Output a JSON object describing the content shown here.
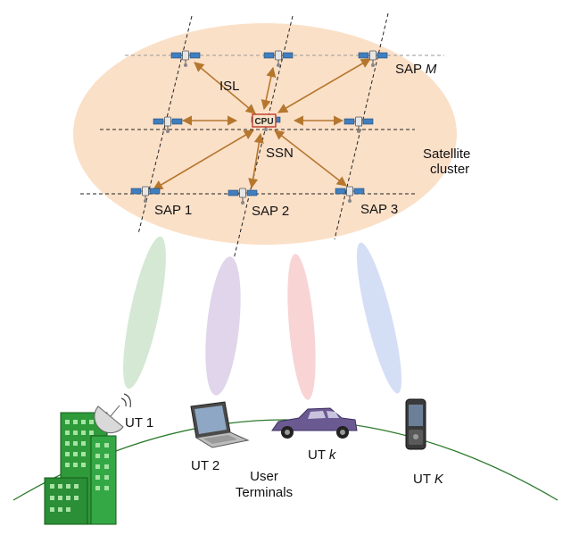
{
  "labels": {
    "isl": "ISL",
    "ssn": "SSN",
    "cpu": "CPU",
    "satellite_cluster_line1": "Satellite",
    "satellite_cluster_line2": "cluster",
    "sap_1": "SAP 1",
    "sap_2": "SAP 2",
    "sap_3": "SAP 3",
    "sap_m_prefix": "SAP ",
    "sap_m_var": "M",
    "ut_1": "UT 1",
    "ut_2": "UT 2",
    "ut_k_prefix": "UT ",
    "ut_k_var": "k",
    "ut_K_prefix": "UT ",
    "ut_K_var": "K",
    "user_terminals_line1": "User",
    "user_terminals_line2": "Terminals"
  },
  "colors": {
    "cluster_fill": "#fbe0c8",
    "link_arrow": "#b5772e",
    "beam_1": "#cfe6cf",
    "beam_2": "#ddd0e8",
    "beam_3": "#f8cfd0",
    "beam_4": "#cfdcf4",
    "building": "#2e9a3a",
    "car": "#6b5a92",
    "earth_arc": "#2b7a2b"
  }
}
